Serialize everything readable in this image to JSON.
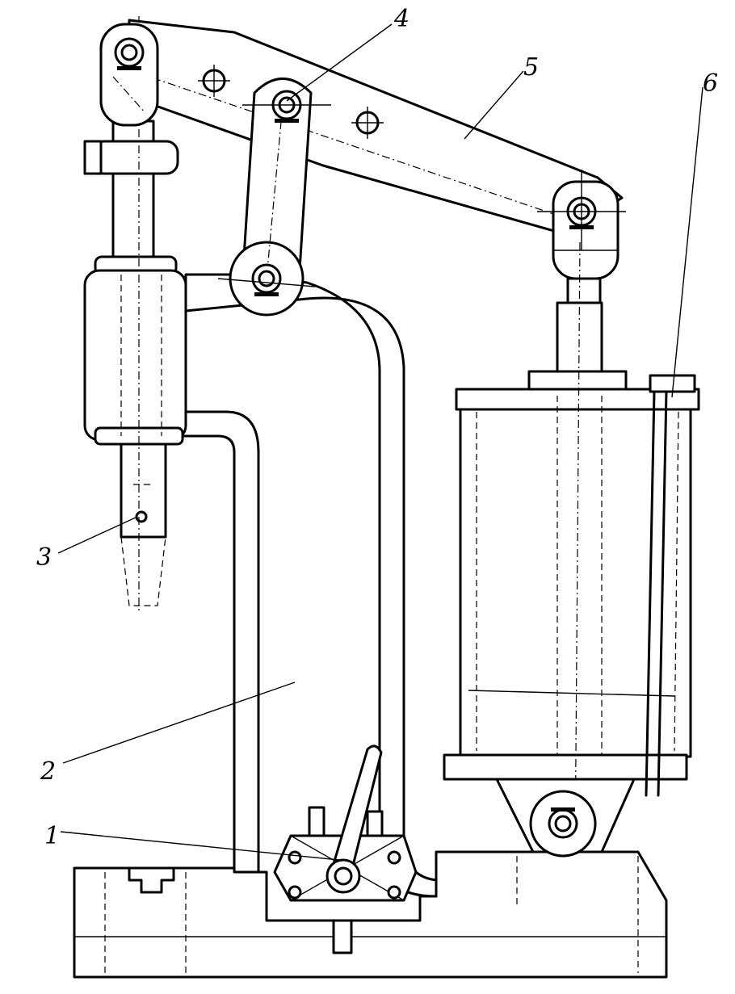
{
  "diagram": {
    "labels": {
      "part1": "1",
      "part2": "2",
      "part3": "3",
      "part4": "4",
      "part5": "5",
      "part6": "6"
    }
  }
}
